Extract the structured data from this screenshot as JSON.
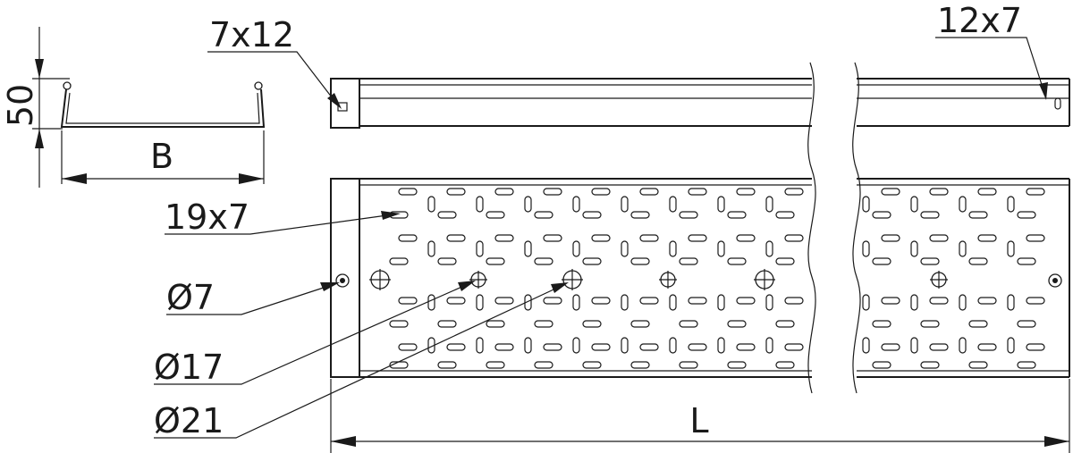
{
  "labels": {
    "height": "50",
    "width": "B",
    "length": "L",
    "slot_end": "7x12",
    "slot_side": "12x7",
    "slot_bottom": "19x7",
    "hole_7": "Ø7",
    "hole_17": "Ø17",
    "hole_21": "Ø21"
  },
  "colors": {
    "line": "#1a1a1a",
    "background": "#ffffff"
  }
}
